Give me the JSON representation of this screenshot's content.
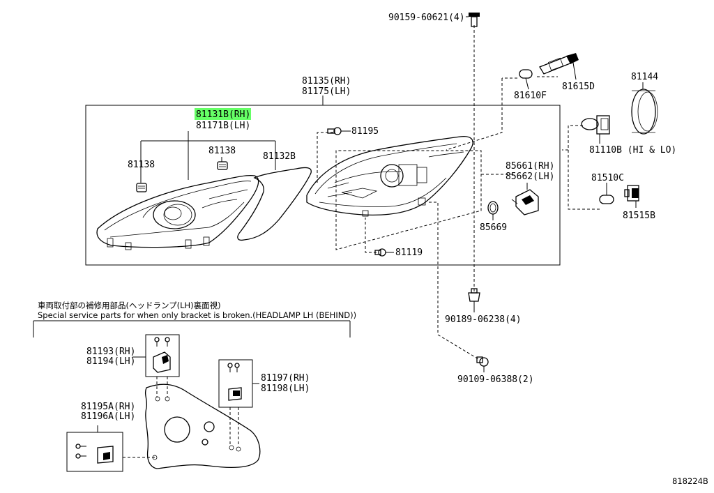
{
  "parts": {
    "p_90159_60621": "90159-60621(4)",
    "p_81135": "81135(RH)",
    "p_81175": "81175(LH)",
    "p_81131b": "81131B(RH)",
    "p_81171b": "81171B(LH)",
    "p_81138_a": "81138",
    "p_81138_b": "81138",
    "p_81132b": "81132B",
    "p_81195": "81195",
    "p_81119": "81119",
    "p_81610f": "81610F",
    "p_81615d": "81615D",
    "p_81144": "81144",
    "p_81110b": "81110B (HI & LO)",
    "p_85661": "85661(RH)",
    "p_85662": "85662(LH)",
    "p_81510c": "81510C",
    "p_81515b": "81515B",
    "p_85669": "85669",
    "p_90189_06238": "90189-06238(4)",
    "p_90109_06388": "90109-06388(2)",
    "p_81193": "81193(RH)",
    "p_81194": "81194(LH)",
    "p_81197": "81197(RH)",
    "p_81198": "81198(LH)",
    "p_81195a": "81195A(RH)",
    "p_81196a": "81196A(LH)"
  },
  "notes": {
    "jp": "車両取付部の補修用部品(ヘッドランプ(LH)裏面視)",
    "en": "Special service parts for when only bracket is broken.(HEADLAMP LH (BEHIND))"
  },
  "diagram_id": "818224B",
  "highlight_color": "#66ff66"
}
